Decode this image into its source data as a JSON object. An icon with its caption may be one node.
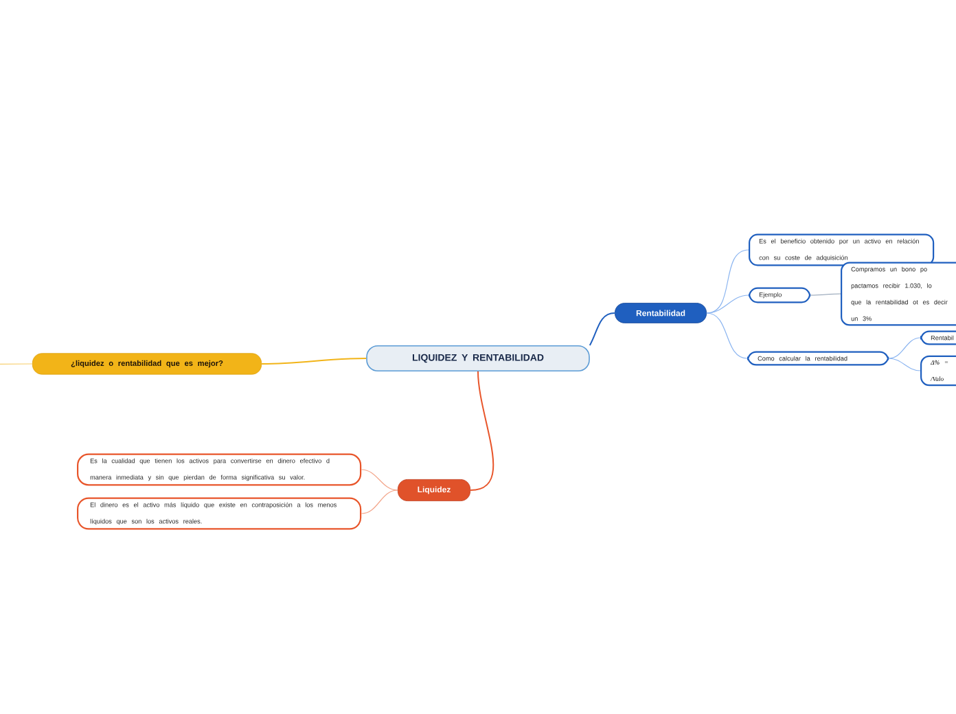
{
  "diagram": {
    "nodes": [
      {
        "text": [
          "LIQUIDEZ  Y RENTABILIDAD"
        ]
      },
      {
        "text": [
          "Rentabilidad"
        ]
      },
      {
        "text": [
          "Es el beneficio obtenido por un activo en relación con su coste de adquisición"
        ]
      },
      {
        "text": [
          "Ejemplo"
        ]
      },
      {
        "text": [
          "Compramos un bono po pactamos recibir 1.030, lo que la rentabilidad ot es decir un 3%"
        ]
      },
      {
        "text": [
          "Como calcular la rentabilidad"
        ]
      },
      {
        "text": [
          "Rentabil"
        ]
      },
      {
        "text": [
          "Δ% = /Valo"
        ]
      },
      {
        "text": [
          "¿liquidez o rentabilidad que es mejor?"
        ]
      },
      {
        "text": [
          "Liquidez"
        ]
      },
      {
        "text": [
          "Es la cualidad que tienen los activos para convertirse en dinero efectivo d manera inmediata y sin que pierdan de forma significativa su valor."
        ]
      },
      {
        "text": [
          "El dinero es el activo más líquido que existe en contraposición a los menos líquidos que son los activos reales."
        ]
      }
    ],
    "edges": [
      {
        "from": 0,
        "to": 1,
        "arrow": "none",
        "color": "#1f5fbf"
      },
      {
        "from": 1,
        "to": 2,
        "arrow": "none",
        "color": "#8ab4f0"
      },
      {
        "from": 1,
        "to": 3,
        "arrow": "none",
        "color": "#8ab4f0"
      },
      {
        "from": 3,
        "to": 4,
        "arrow": "none",
        "color": "#8a9bb0"
      },
      {
        "from": 1,
        "to": 5,
        "arrow": "none",
        "color": "#8ab4f0"
      },
      {
        "from": 5,
        "to": 6,
        "arrow": "none",
        "color": "#8ab4f0"
      },
      {
        "from": 5,
        "to": 7,
        "arrow": "none",
        "color": "#8ab4f0"
      },
      {
        "from": 0,
        "to": 8,
        "arrow": "none",
        "color": "#f2b418"
      },
      {
        "from": 8,
        "to": null,
        "arrow": "none",
        "color": "#f7cf70"
      },
      {
        "from": 0,
        "to": 9,
        "arrow": "none",
        "color": "#e8552a"
      },
      {
        "from": 9,
        "to": 10,
        "arrow": "none",
        "color": "#f3a58a"
      },
      {
        "from": 9,
        "to": 11,
        "arrow": "none",
        "color": "#f3a58a"
      }
    ]
  }
}
